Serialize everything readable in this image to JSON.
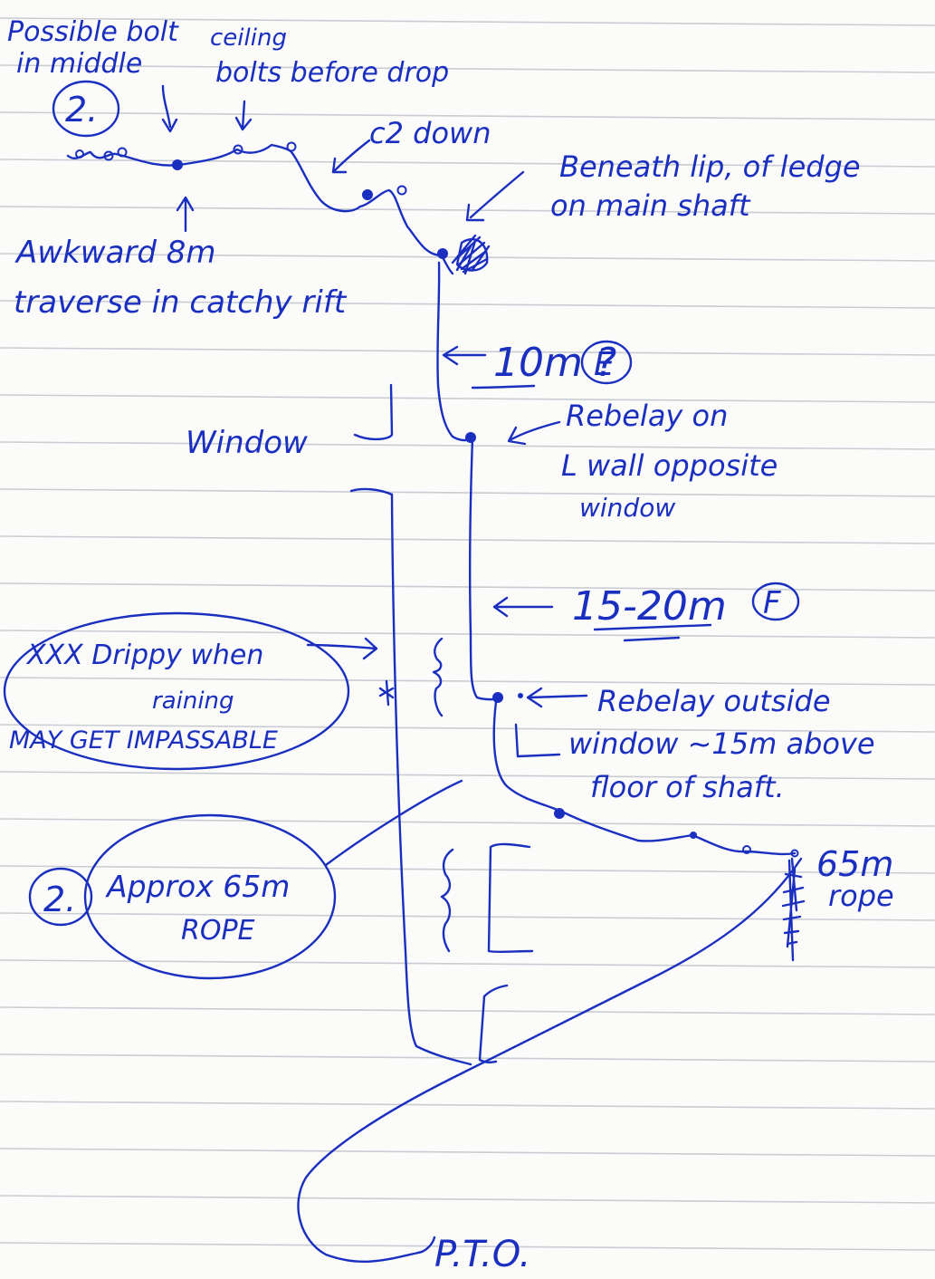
{
  "notes": {
    "possible_bolt_line1": "Possible bolt",
    "possible_bolt_line2": "in middle",
    "circle_two_top": "2.",
    "ceiling_bolts_line1": "ceiling",
    "ceiling_bolts_line2": "bolts before drop",
    "c2_down": "c2 down",
    "beneath_lip_line1": "Beneath lip, of ledge",
    "beneath_lip_line2": "on main shaft",
    "awkward_line1": "Awkward 8m",
    "awkward_line2": "traverse in catchy rift",
    "ten_m": "10m ?",
    "label_e": "E",
    "window": "Window",
    "rebelay_left_line1": "Rebelay on",
    "rebelay_left_line2": "L wall opposite",
    "rebelay_left_line3": "window",
    "fifteen_twenty": "15-20m",
    "label_f": "F",
    "drippy_line1": "XXX  Drippy when",
    "drippy_line2": "raining",
    "drippy_line3": "MAY GET IMPASSABLE",
    "rebelay_window_line1": "Rebelay outside",
    "rebelay_window_line2": "window ~15m above",
    "rebelay_window_line3": "floor of shaft.",
    "circle_two_bottom": "2.",
    "approx_rope_line1": "Approx 65m",
    "approx_rope_line2": "ROPE",
    "rope_65m_line1": "65m",
    "rope_65m_line2": "rope",
    "pto": "P.T.O."
  },
  "colors": {
    "ink": "#1a2fc0",
    "paper": "#fbfbf9",
    "ruling": "#c9ccd2"
  }
}
